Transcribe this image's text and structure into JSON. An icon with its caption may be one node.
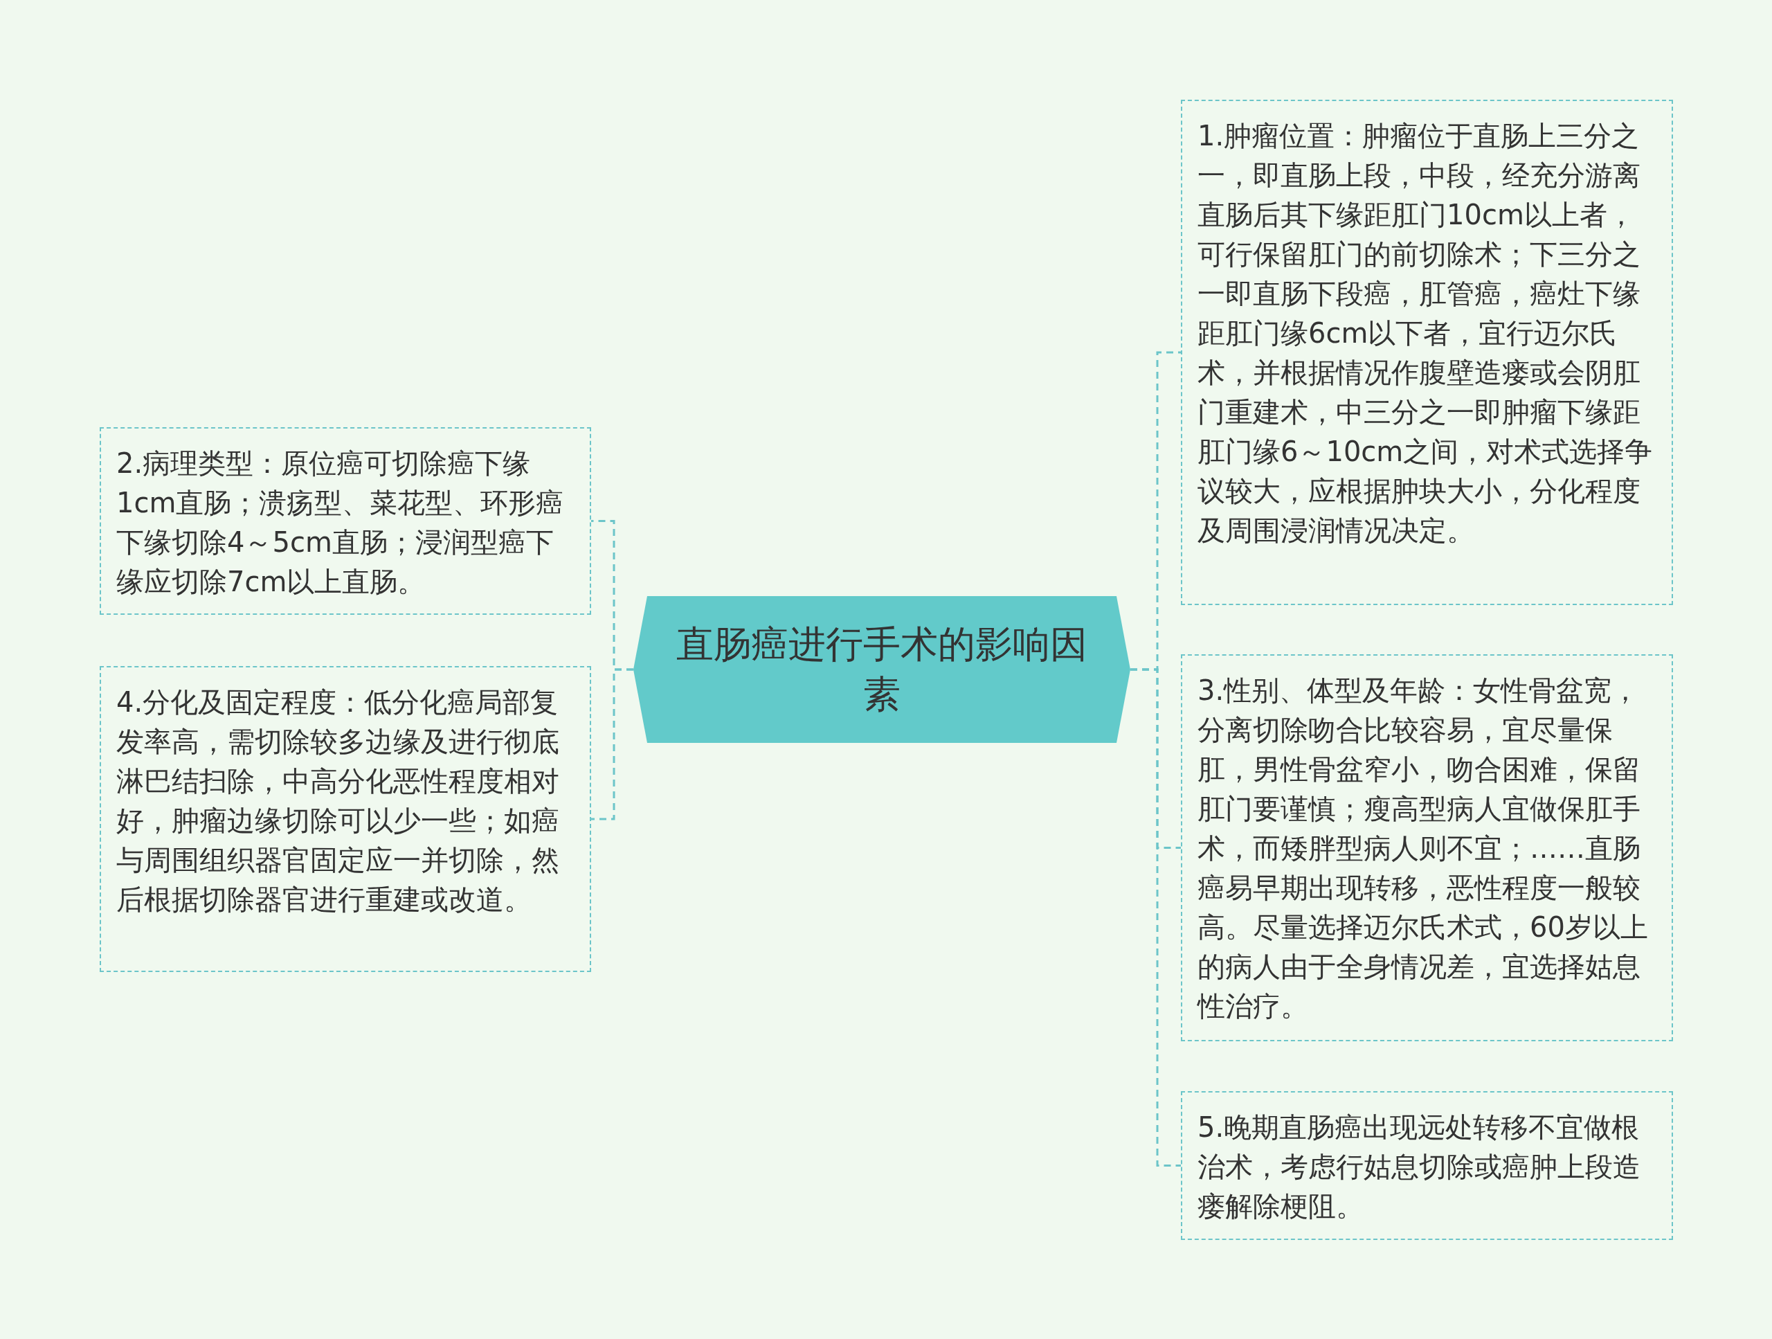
{
  "diagram": {
    "nodes": [
      {
        "text": [
          "直肠癌进行手术的影响因素"
        ]
      },
      {
        "text": [
          "1.肿瘤位置：肿瘤位于直肠上三分之一，即直肠上段，中段，经充分游离直肠后其下缘距肛门10cm以上者，可行保留肛门的前切除术；下三分之一即直肠下段癌，肛管癌，癌灶下缘距肛门缘6cm以下者，宜行迈尔氏术，并根据情况作腹壁造瘘或会阴肛门重建术，中三分之一即肿瘤下缘距肛门缘6～10cm之间，对术式选择争议较大，应根据肿块大小，分化程度及周围浸润情况决定。"
        ]
      },
      {
        "text": [
          "2.病理类型：原位癌可切除癌下缘1cm直肠；溃疡型、菜花型、环形癌下缘切除4～5cm直肠；浸润型癌下缘应切除7cm以上直肠。"
        ]
      },
      {
        "text": [
          "3.性别、体型及年龄：女性骨盆宽，分离切除吻合比较容易，宜尽量保肛，男性骨盆窄小，吻合困难，保留肛门要谨慎；瘦高型病人宜做保肛手术，而矮胖型病人则不宜；……直肠癌易早期出现转移，恶性程度一般较高。尽量选择迈尔氏术式，60岁以上的病人由于全身情况差，宜选择姑息性治疗。"
        ]
      },
      {
        "text": [
          "4.分化及固定程度：低分化癌局部复发率高，需切除较多边缘及进行彻底淋巴结扫除，中高分化恶性程度相对好，肿瘤边缘切除可以少一些；如癌与周围组织器官固定应一并切除，然后根据切除器官进行重建或改道。"
        ]
      },
      {
        "text": [
          "5.晚期直肠癌出现远处转移不宜做根治术，考虑行姑息切除或癌肿上段造瘘解除梗阻。"
        ]
      }
    ],
    "edges": [
      {
        "from": 0,
        "to": 1,
        "arrow": "none"
      },
      {
        "from": 0,
        "to": 2,
        "arrow": "none"
      },
      {
        "from": 0,
        "to": 3,
        "arrow": "none"
      },
      {
        "from": 0,
        "to": 4,
        "arrow": "none"
      },
      {
        "from": 0,
        "to": 5,
        "arrow": "none"
      }
    ]
  }
}
